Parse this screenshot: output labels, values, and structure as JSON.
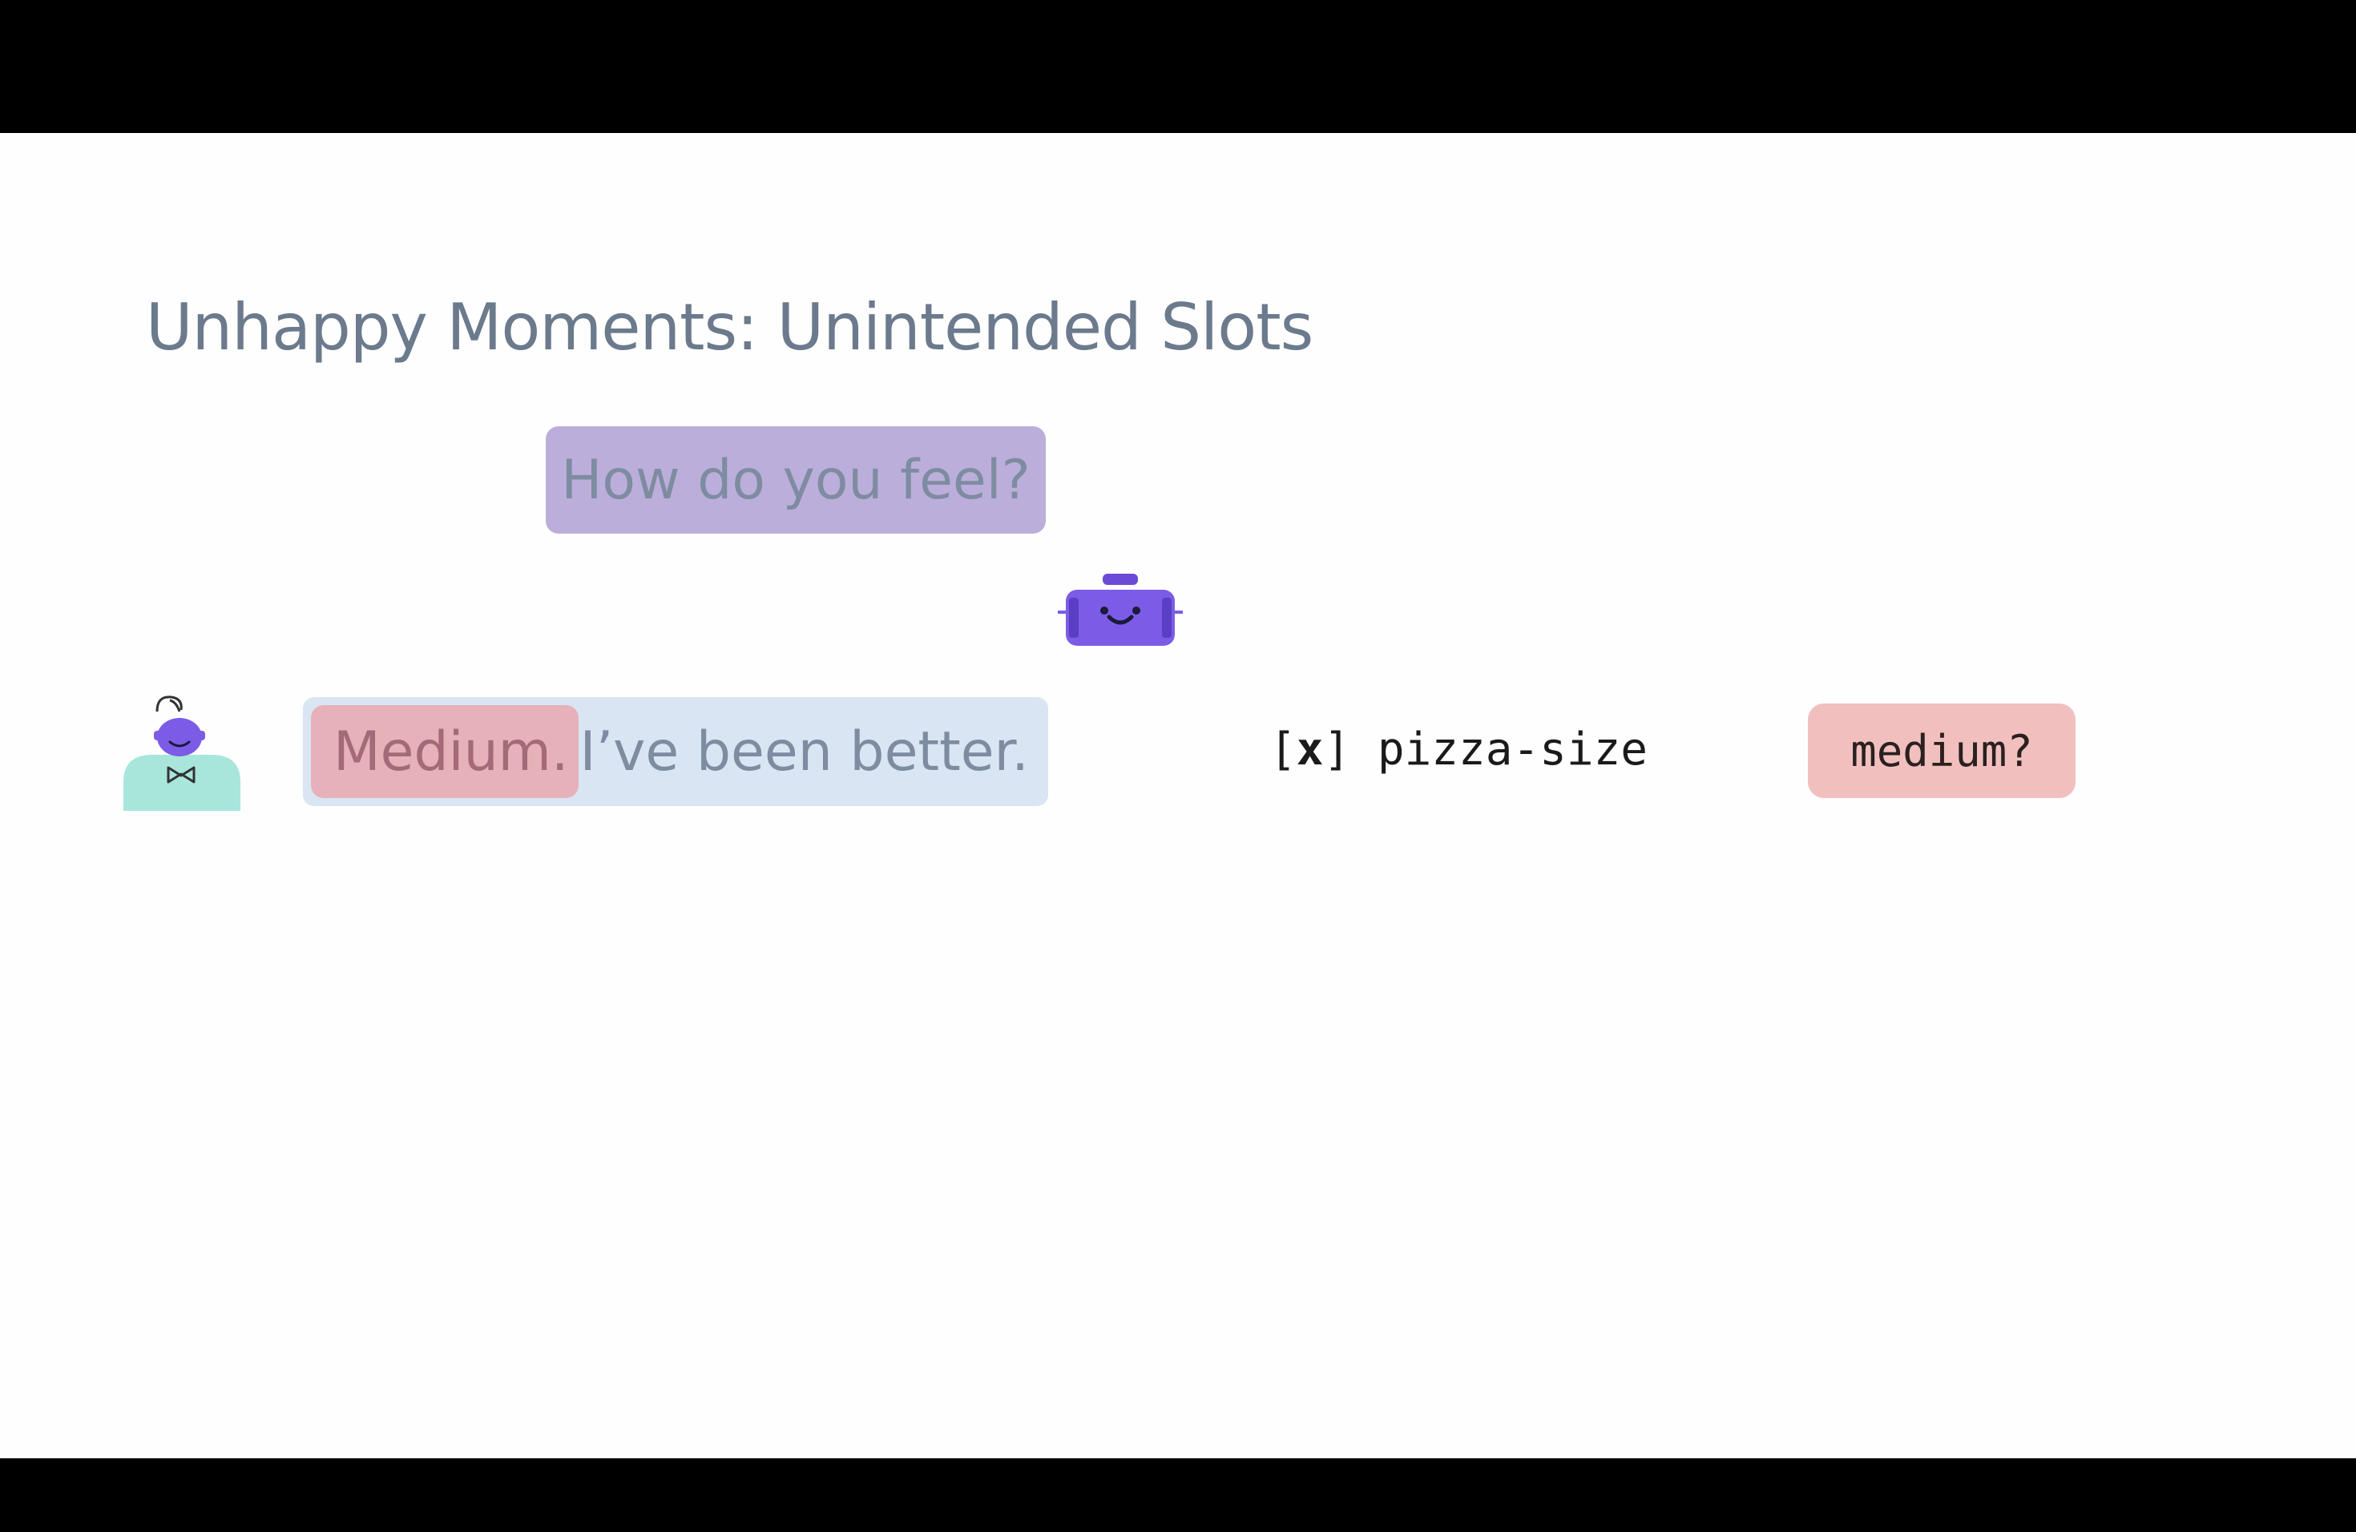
{
  "slide": {
    "title": "Unhappy Moments: Unintended Slots"
  },
  "conversation": {
    "bot_message": "How do you feel?",
    "user_message": {
      "slot_word": "Medium.",
      "rest": "I’ve been better."
    }
  },
  "slot": {
    "marker_open": "[",
    "marker_mark": "x",
    "marker_close": "]",
    "name": "pizza-size",
    "value": "medium?"
  },
  "icons": {
    "bot": "robot-face-icon",
    "user": "person-avatar-icon"
  },
  "colors": {
    "title": "#6b7a8c",
    "bot_bubble": "#bcaedb",
    "user_bubble": "#d9e5f2",
    "slot_highlight": "#e6b1b8",
    "slot_value_bg": "#f2bfbf",
    "robot": "#7c5ce6",
    "avatar_body": "#a8e6dc"
  }
}
